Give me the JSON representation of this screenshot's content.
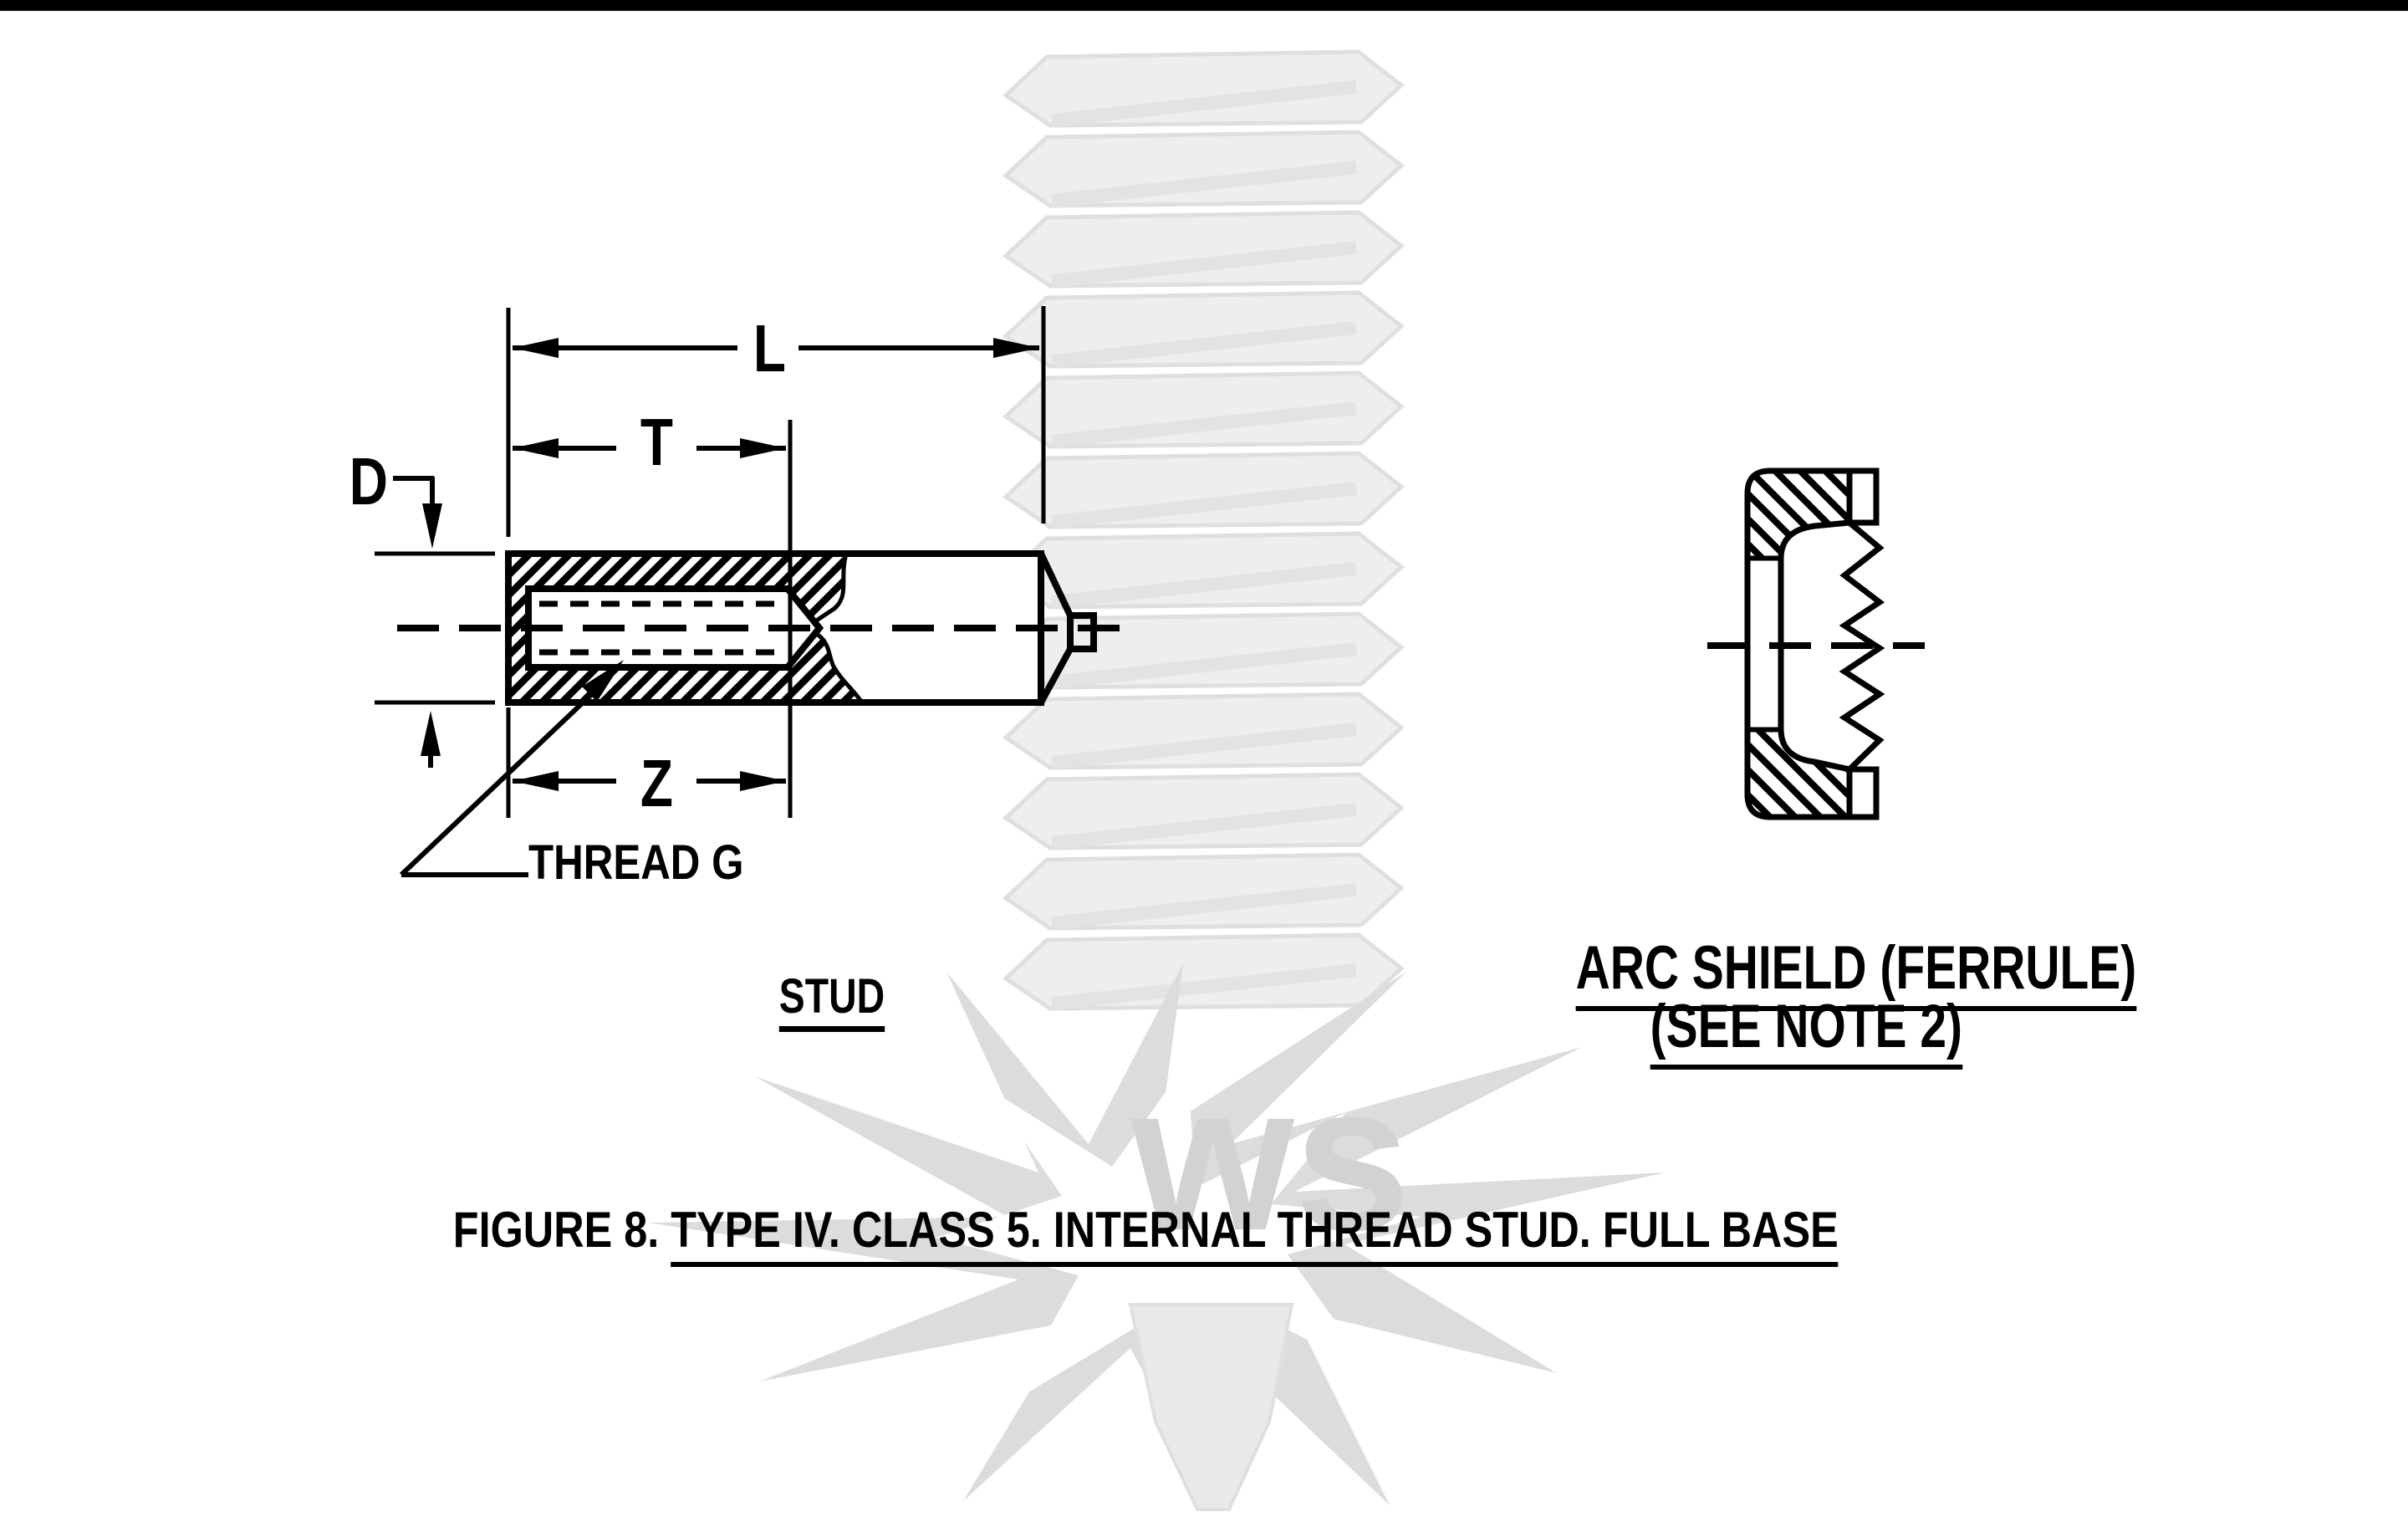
{
  "page": {
    "background": "#ffffff",
    "top_bar_color": "#000000",
    "line_color": "#000000"
  },
  "stud_view": {
    "label": "STUD",
    "dim_overall_length": "L",
    "dim_thread_depth": "T",
    "dim_diameter": "D",
    "dim_thread_length": "Z",
    "thread_callout": "THREAD G"
  },
  "ferrule_view": {
    "title": "ARC SHIELD (FERRULE)",
    "subtitle": "(SEE NOTE 2)"
  },
  "caption": {
    "prefix": "FIGURE 8. ",
    "underlined": "TYPE IV. CLASS 5. INTERNAL THREAD STUD. FULL BASE"
  },
  "watermark": {
    "logo_text": "ws",
    "burst_color": "#dcdcdc",
    "inner_burst_color": "#ffffff",
    "thread_color": "#eeeeee",
    "thread_edge_color": "#dfdfdf",
    "thread_shade_color": "#e3e3e3",
    "logo_color": "#d2d2d2",
    "tip_color": "#e9e9e9"
  }
}
